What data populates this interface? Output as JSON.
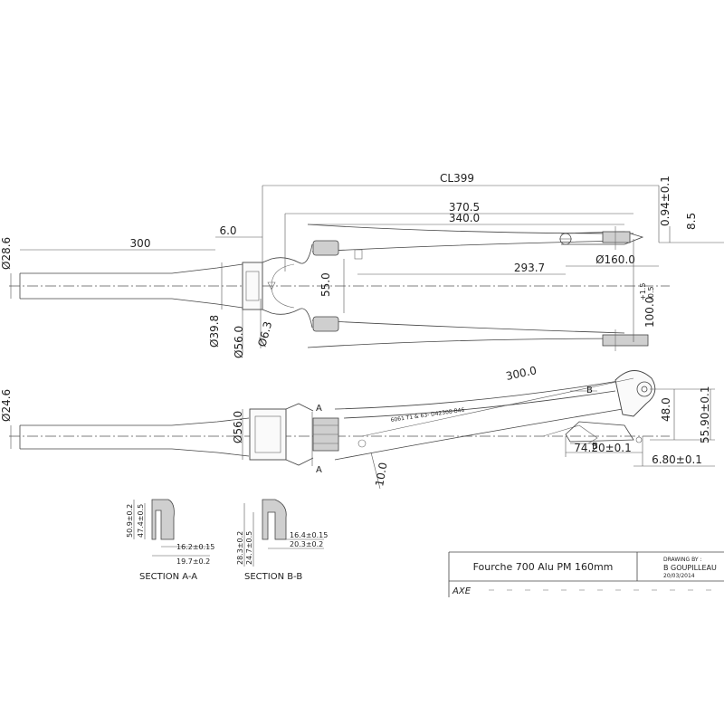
{
  "top_view": {
    "cl": "CL399",
    "d370": "370.5",
    "d340": "340.0",
    "d300": "300",
    "d6": "6.0",
    "d293": "293.7",
    "dia160": "Ø160.0",
    "d55": "55.0",
    "d100": "100.0",
    "tol_pos": "+1.5",
    "tol_neg": "-0.5",
    "tol094": "0.94±0.1",
    "d85": "8.5",
    "dia286": "Ø28.6",
    "dia398": "Ø39.8",
    "dia56": "Ø56.0",
    "dia63": "Ø6.3"
  },
  "side_view": {
    "dia246": "Ø24.6",
    "dia56b": "Ø56.0",
    "d300b": "300.0",
    "d48": "48.0",
    "d559": "55.90±0.1",
    "d742": "74.20±0.1",
    "d68": "6.80±0.1",
    "d10": "10.0",
    "markA1": "A",
    "markA2": "A",
    "markB1": "B",
    "markB2": "B",
    "stamp": "6061 T1 & 63- D42308-B46"
  },
  "section_a": {
    "label": "SECTION A-A",
    "h1": "50.9±0.2",
    "h2": "47.4±0.5",
    "w1": "16.2±0.15",
    "w2": "19.7±0.2"
  },
  "section_b": {
    "label": "SECTION B-B",
    "h1": "28.3±0.2",
    "h2": "24.7±0.5",
    "w1": "16.4±0.15",
    "w2": "20.3±0.2"
  },
  "title_block": {
    "title": "Fourche 700 Alu PM 160mm",
    "drawn_label": "DRAWING BY :",
    "author": "B GOUPILLEAU",
    "date": "20/03/2014",
    "logo_text": "AXE"
  }
}
